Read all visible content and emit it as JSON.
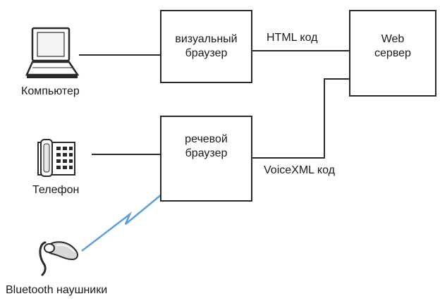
{
  "nodes": {
    "computer": {
      "label": "Компьютер",
      "icon": "laptop-icon"
    },
    "phone": {
      "label": "Телефон",
      "icon": "telephone-icon"
    },
    "headset": {
      "label": "Bluetooth наушники",
      "icon": "bluetooth-headset-icon"
    },
    "visual_browser": {
      "label": "визуальный\nбраузер"
    },
    "voice_browser": {
      "label": "речевой\nбраузер"
    },
    "web_server": {
      "label": "Web\nсервер"
    }
  },
  "edges": {
    "html_code": {
      "label": "HTML код"
    },
    "voicexml_code": {
      "label": "VoiceXML код"
    }
  },
  "colors": {
    "line": "#2a2a2a",
    "wireless": "#3d8fd6"
  }
}
